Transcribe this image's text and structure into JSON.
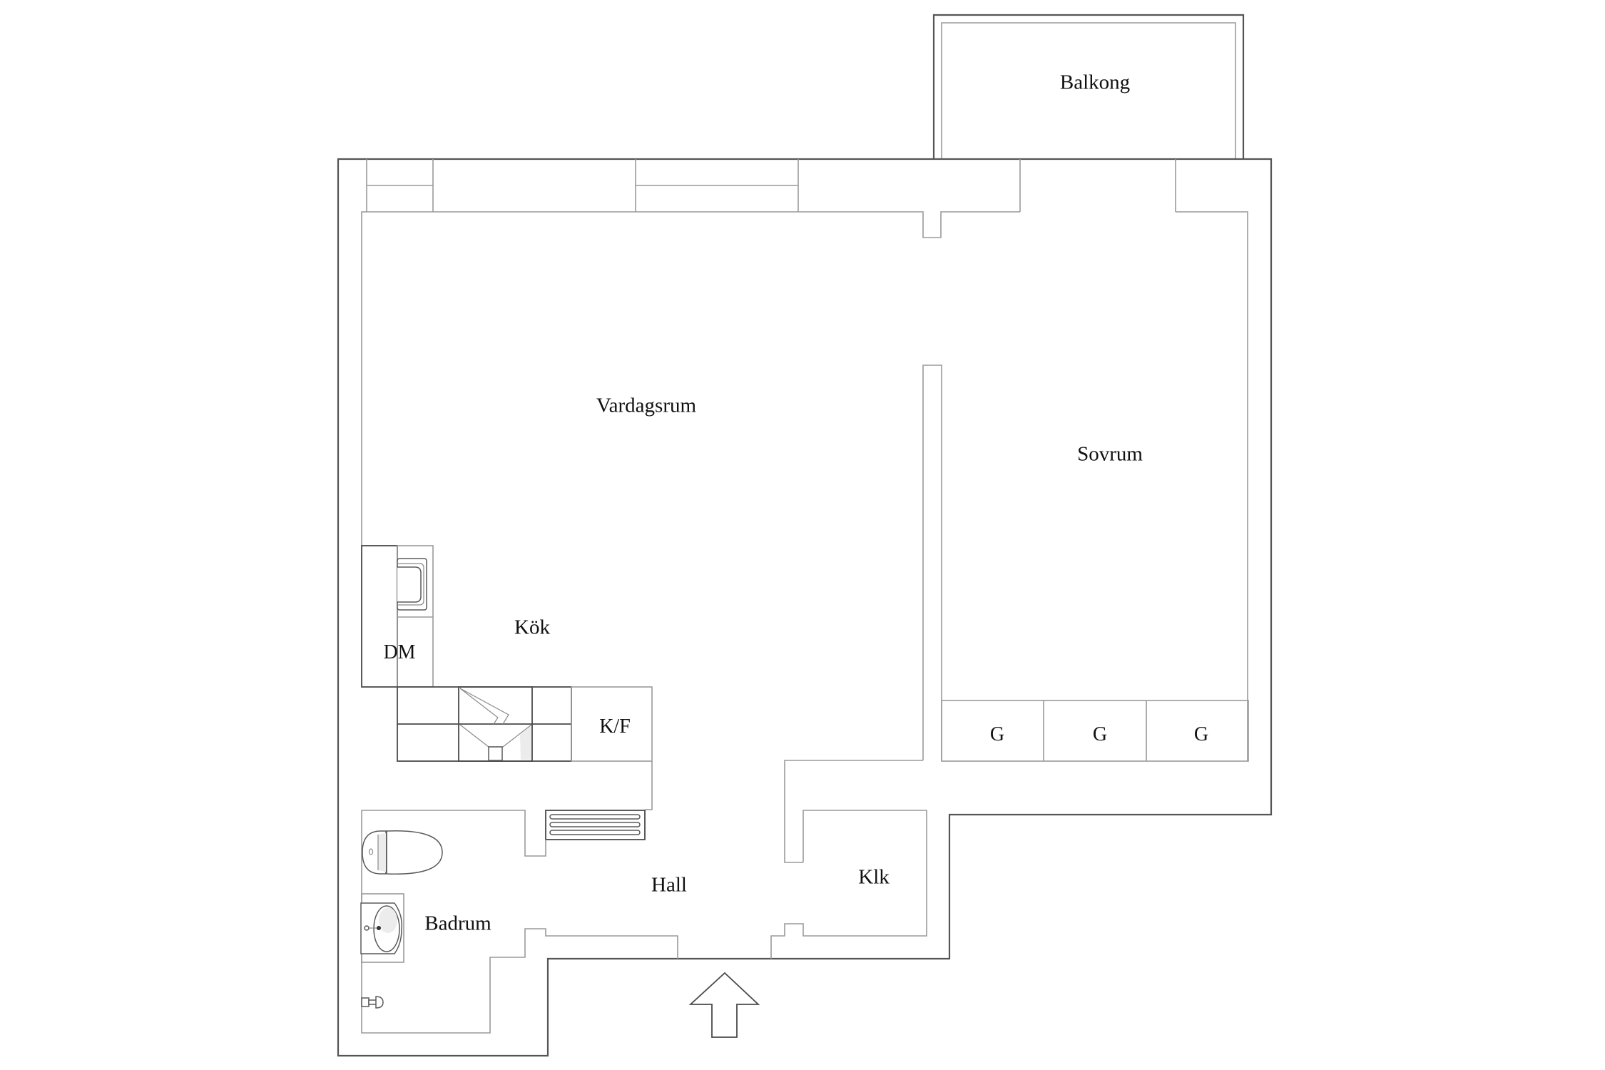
{
  "floorplan": {
    "rooms": {
      "balcony": {
        "label": "Balkong"
      },
      "living_room": {
        "label": "Vardagsrum"
      },
      "bedroom": {
        "label": "Sovrum"
      },
      "kitchen": {
        "label": "Kök"
      },
      "dishwasher": {
        "label": "DM"
      },
      "fridge_freezer": {
        "label": "K/F"
      },
      "hall": {
        "label": "Hall"
      },
      "bathroom": {
        "label": "Badrum"
      },
      "closet": {
        "label": "Klk"
      }
    },
    "wardrobes": [
      {
        "label": "G"
      },
      {
        "label": "G"
      },
      {
        "label": "G"
      }
    ],
    "entrance_indicator": "up-arrow-icon",
    "colors": {
      "background": "#ffffff",
      "outer_wall": "#555555",
      "inner_wall": "#9a9a9a",
      "text": "#111111"
    }
  }
}
